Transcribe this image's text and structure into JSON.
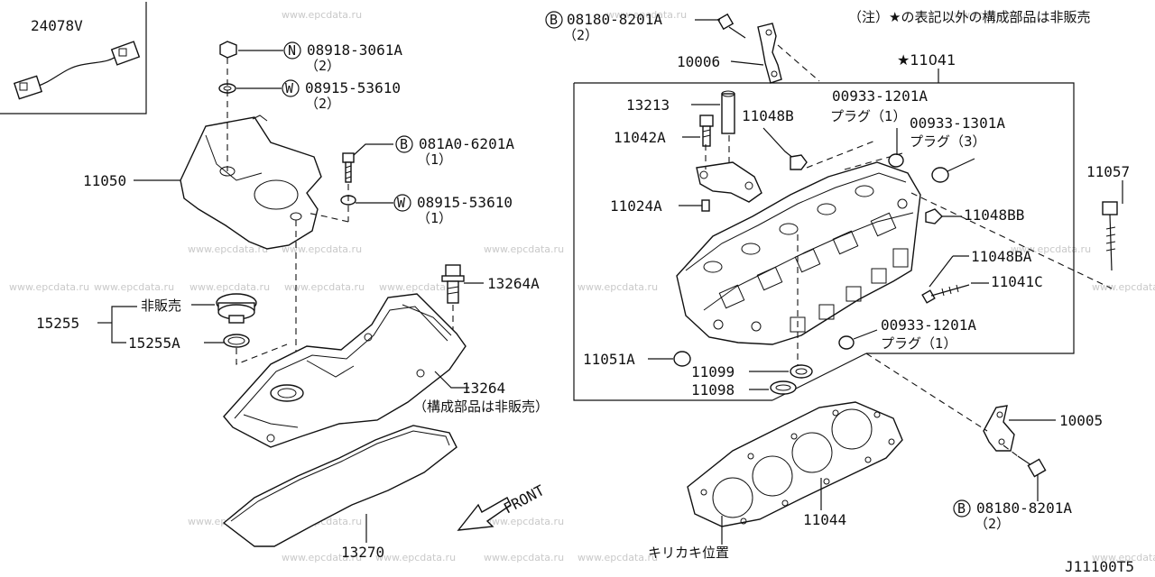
{
  "note": "（注）★の表記以外の構成部品は非販売",
  "watermark": "www.epcdata.ru",
  "diagram_code": "J11100T5",
  "front_label": "FRONT",
  "parts": {
    "p24078v": "24078V",
    "p11050": "11050",
    "n_code": "N",
    "n_part": "08918-3061A",
    "n_qty": "（2）",
    "w1_code": "W",
    "w1_part": "08915-53610",
    "w1_qty": "（2）",
    "b1_code": "B",
    "b1_part": "081A0-6201A",
    "b1_qty": "（1）",
    "w2_code": "W",
    "w2_part": "08915-53610",
    "w2_qty": "（1）",
    "p13264a": "13264A",
    "p15255": "15255",
    "p15255_nonsale": "非販売",
    "p15255a": "15255A",
    "p13264": "13264",
    "p13264_note": "（構成部品は非販売）",
    "p13270": "13270",
    "b2_code": "B",
    "b2_part": "08180-8201A",
    "b2_qty": "（2）",
    "p10006": "10006",
    "p11041": "★11041",
    "p13213": "13213",
    "p11048b": "11048B",
    "p11042a": "11042A",
    "p11024a": "11024A",
    "plug1_part": "00933-1201A",
    "plug1_label": "プラグ（1）",
    "plug3_part": "00933-1301A",
    "plug3_label": "プラグ（3）",
    "p11048bb": "11048BB",
    "p11048ba": "11048BA",
    "p11041c": "11041C",
    "plug2_part": "00933-1201A",
    "plug2_label": "プラグ（1）",
    "p11051a": "11051A",
    "p11099": "11099",
    "p11098": "11098",
    "p11057": "11057",
    "p10005": "10005",
    "p11044": "11044",
    "kirikaki": "キリカキ位置",
    "b3_code": "B",
    "b3_part": "08180-8201A",
    "b3_qty": "（2）"
  }
}
